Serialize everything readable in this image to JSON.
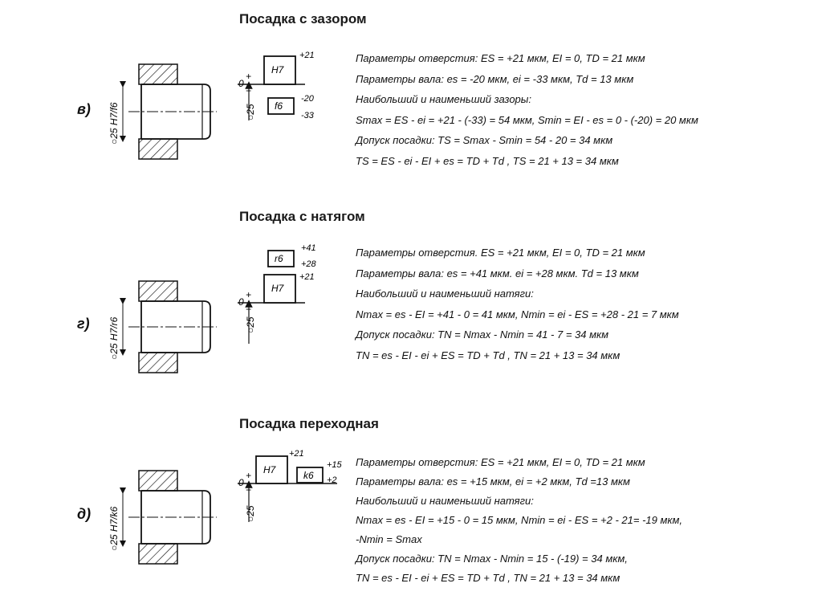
{
  "sections": [
    {
      "id": "v",
      "title": "Посадка с зазором",
      "label": "в)",
      "dim_label": "○25 H7/f6",
      "axis_label": "○25",
      "zero": "0",
      "plus": "+",
      "minus": "−",
      "zones": [
        {
          "name": "H7",
          "upper": "+21",
          "lower": ""
        },
        {
          "name": "f6",
          "upper": "-20",
          "lower": "-33"
        }
      ],
      "formulas": [
        "Параметры отверстия:  ES = +21 мкм,    EI = 0,   TD =  21 мкм",
        "Параметры вала:  es = -20 мкм,   ei = -33 мкм,   Td = 13 мкм",
        "Наибольший и наименьший зазоры:",
        "Smax = ES - ei = +21 - (-33) = 54 мкм,   Smin = EI - es = 0 - (-20) = 20 мкм",
        "Допуск посадки:      TS = Smax - Smin = 54 - 20 = 34 мкм",
        "TS = ES - ei - EI + es = TD + Td ,      TS = 21 + 13 = 34 мкм"
      ]
    },
    {
      "id": "g",
      "title": "Посадка с натягом",
      "label": "г)",
      "dim_label": "○25 H7/r6",
      "axis_label": "○25",
      "zero": "0",
      "plus": "+",
      "minus": "−",
      "zones": [
        {
          "name": "r6",
          "upper": "+41",
          "lower": "+28"
        },
        {
          "name": "H7",
          "upper": "+21",
          "lower": ""
        }
      ],
      "formulas": [
        "Параметры отверстия.  ES = +21 мкм,   EI = 0,   TD = 21 мкм",
        "Параметры вала:  es = +41 мкм.   ei = +28 мкм.   Td = 13 мкм",
        "Наибольший и наименьший натяги:",
        "Nmax = es - EI = +41 - 0 = 41 мкм,         Nmin = ei - ES = +28 - 21 = 7 мкм",
        "Допуск посадки:    TN = Nmax - Nmin = 41 - 7 = 34 мкм",
        "TN = es - EI - ei + ES = TD + Td ,      TN = 21 + 13 = 34 мкм"
      ]
    },
    {
      "id": "d",
      "title": "Посадка переходная",
      "label": "д)",
      "dim_label": "○25 H7/k6",
      "axis_label": "○25",
      "zero": "0",
      "plus": "+",
      "minus": "−",
      "zones": [
        {
          "name": "H7",
          "upper": "+21",
          "lower": ""
        },
        {
          "name": "k6",
          "upper": "+15",
          "lower": "+2"
        }
      ],
      "formulas": [
        "Параметры отверстия:  ES = +21 мкм,   EI = 0,   TD = 21 мкм",
        "Параметры вала:  es = +15 мкм,   ei = +2 мкм,    Td =13 мкм",
        "Наибольший  и  наименьший  натяги:",
        " Nmax = es - EI = +15 - 0 = 15 мкм,    Nmin = ei - ES = +2 - 21= -19 мкм,",
        "-Nmin = Smax",
        "Допуск посадки:  TN = Nmax - Nmin = 15 - (-19) = 34 мкм,",
        " TN = es - EI - ei + ES = TD + Td ,         TN = 21 + 13 = 34 мкм"
      ]
    }
  ]
}
